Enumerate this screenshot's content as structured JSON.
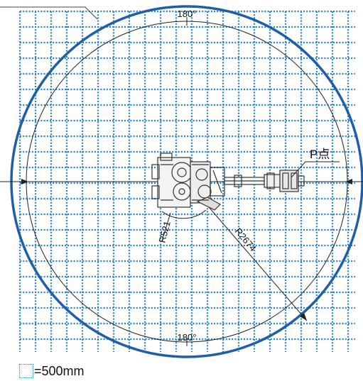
{
  "colors": {
    "grid": "#2a80c8",
    "outer_circle": "#1f5fa8",
    "line": "#222222",
    "robot": "#333333"
  },
  "labels": {
    "top_angle": "180°",
    "bottom_angle": "180°",
    "point_label": "P点",
    "inner_radius": "R521",
    "reach_radius": "R2674"
  },
  "legend": {
    "text": "=500mm"
  }
}
